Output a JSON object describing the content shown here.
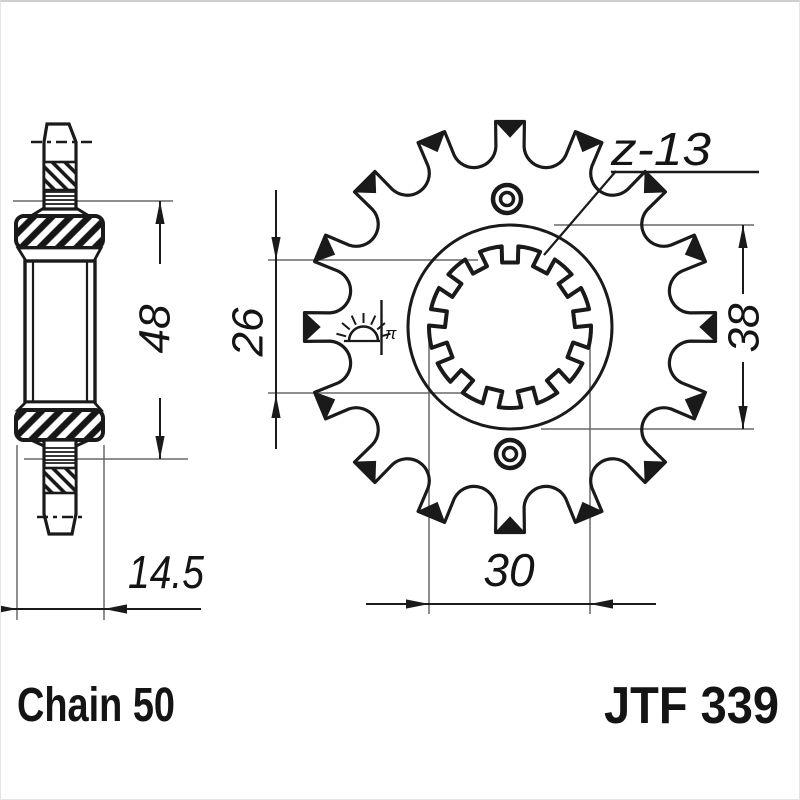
{
  "title_block": {
    "chain": "Chain 50",
    "part_code": "JTF 339"
  },
  "annotations": {
    "teeth": "z-13",
    "surface_symbol": "π"
  },
  "dimensions": {
    "shaft_length": "48",
    "overall_width": "14.5",
    "bore_diameter": "26",
    "hub_diameter": "38",
    "spline_diameter": "30"
  },
  "colors": {
    "ink": "#1a1a1a",
    "construction_line": "#686868",
    "background": "#ffffff",
    "frame": "#cfcfcf"
  }
}
